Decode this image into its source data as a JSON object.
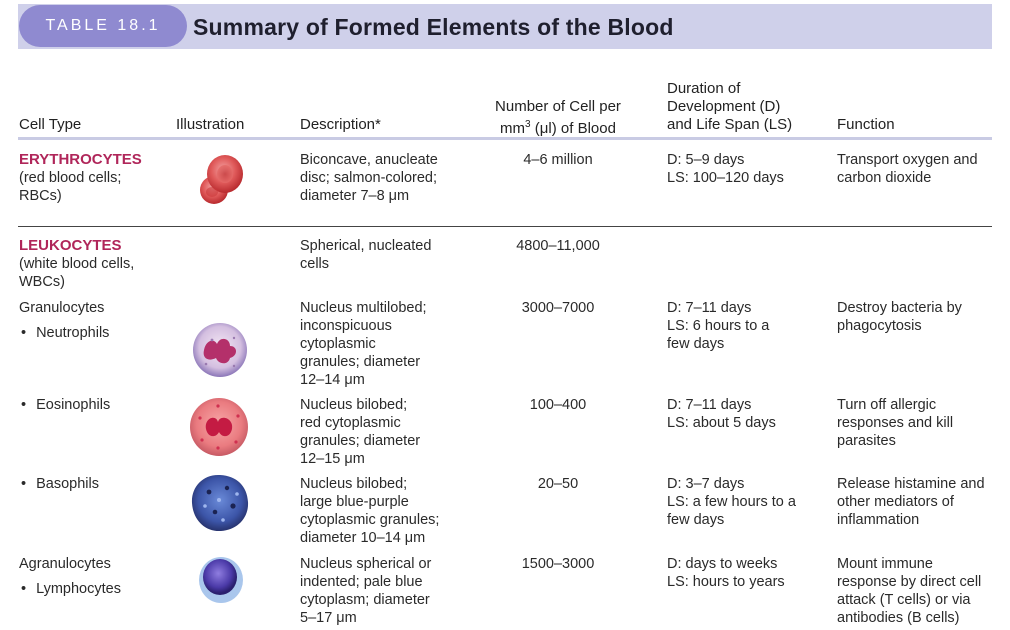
{
  "header": {
    "table_label": "TABLE 18.1",
    "title": "Summary of Formed Elements of the Blood"
  },
  "columns": {
    "cell_type": "Cell Type",
    "illustration": "Illustration",
    "description": "Description*",
    "number_l1": "Number of Cell per",
    "number_l2a": "mm",
    "number_sup": "3",
    "number_l2b": " (μl) of Blood",
    "duration_l1": "Duration of",
    "duration_l2": "Development (D)",
    "duration_l3": "and Life Span (LS)",
    "function": "Function"
  },
  "rows": {
    "erythrocytes": {
      "name": "ERYTHROCYTES",
      "subtitle": "(red blood cells;\nRBCs)",
      "description": "Biconcave, anucleate\ndisc; salmon-colored;\ndiameter 7–8 μm",
      "number": "4–6 million",
      "duration": "D: 5–9 days\nLS: 100–120 days",
      "function": "Transport oxygen and\ncarbon dioxide"
    },
    "leukocytes": {
      "name": "LEUKOCYTES",
      "subtitle": "(white blood cells,\nWBCs)",
      "description": "Spherical, nucleated\ncells",
      "number": "4800–11,000"
    },
    "granulocytes": {
      "name": "Granulocytes"
    },
    "neutrophils": {
      "name": "Neutrophils",
      "description": "Nucleus multilobed;\ninconspicuous\ncytoplasmic\ngranules; diameter\n12–14 μm",
      "number": "3000–7000",
      "duration": "D: 7–11 days\nLS: 6 hours to a\nfew days",
      "function": "Destroy bacteria by\nphagocytosis"
    },
    "eosinophils": {
      "name": "Eosinophils",
      "description": "Nucleus bilobed;\nred cytoplasmic\ngranules; diameter\n12–15 μm",
      "number": "100–400",
      "duration": "D: 7–11 days\nLS: about 5 days",
      "function": "Turn off allergic\nresponses and kill\nparasites"
    },
    "basophils": {
      "name": "Basophils",
      "description": "Nucleus bilobed;\nlarge blue-purple\ncytoplasmic granules;\ndiameter 10–14 μm",
      "number": "20–50",
      "duration": "D: 3–7 days\nLS: a few hours to a\nfew days",
      "function": "Release histamine and\nother mediators of\ninflammation"
    },
    "agranulocytes": {
      "name": "Agranulocytes"
    },
    "lymphocytes": {
      "name": "Lymphocytes",
      "description": "Nucleus spherical or\nindented; pale blue\ncytoplasm; diameter\n5–17 μm",
      "number": "1500–3000",
      "duration": "D: days to weeks\nLS: hours to years",
      "function": "Mount immune\nresponse by direct cell\nattack (T cells) or via\nantibodies (B cells)"
    }
  },
  "colors": {
    "title_band": "#cfd0ea",
    "tab": "#8f8ad0",
    "category_text": "#b0265a"
  },
  "icons": [
    "erythrocyte-illustration",
    "neutrophil-illustration",
    "eosinophil-illustration",
    "basophil-illustration",
    "lymphocyte-illustration"
  ]
}
